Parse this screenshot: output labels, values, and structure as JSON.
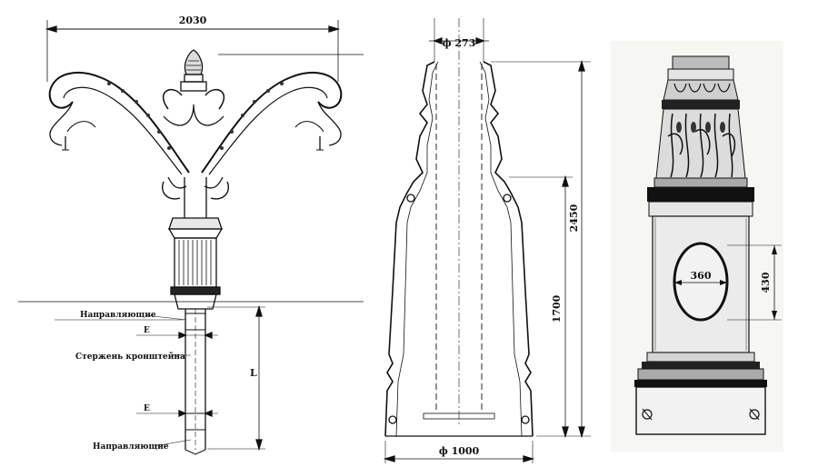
{
  "dimensions": {
    "bracket_width": "2030",
    "pole_top_diameter": "ф 273",
    "total_height": "2450",
    "door_height": "1700",
    "base_diameter": "ф 1000",
    "hatch_width": "360",
    "hatch_height": "430",
    "spacing_upper": "E",
    "spacing_lower": "E",
    "length": "L"
  },
  "labels": {
    "guide_upper": "Направляющие",
    "rod": "Стержень кронштейна",
    "guide_lower": "Направляющие"
  }
}
